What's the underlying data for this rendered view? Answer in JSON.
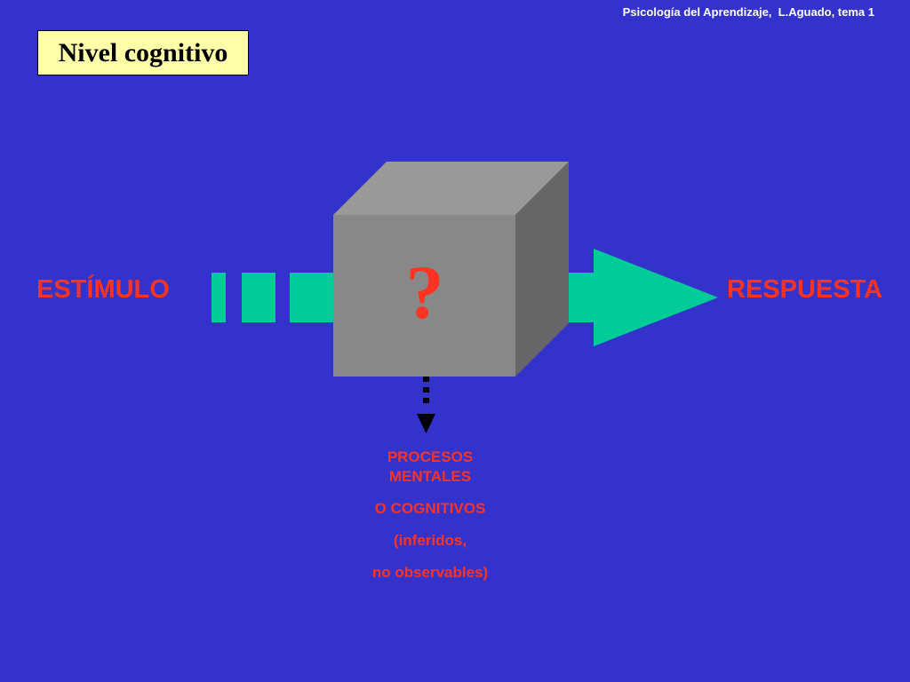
{
  "header": {
    "caption": "Psicología del Aprendizaje,  L.Aguado, tema 1"
  },
  "title": "Nivel cognitivo",
  "diagram": {
    "stimulus_label": "ESTÍMULO",
    "response_label": "RESPUESTA",
    "box_symbol": "?",
    "processes_lines": [
      "PROCESOS",
      "MENTALES",
      "O COGNITIVOS",
      "(inferidos,",
      "no observables)"
    ]
  },
  "colors": {
    "background": "#3333CC",
    "title_box": "#FFFFAA",
    "arrow": "#00CC99",
    "label_text": "#FF3322",
    "cube_front": "#888888",
    "cube_top": "#999999",
    "cube_side": "#666666"
  },
  "icons": [
    "black-box-cube",
    "dashed-arrow-icon",
    "down-arrow-icon"
  ]
}
